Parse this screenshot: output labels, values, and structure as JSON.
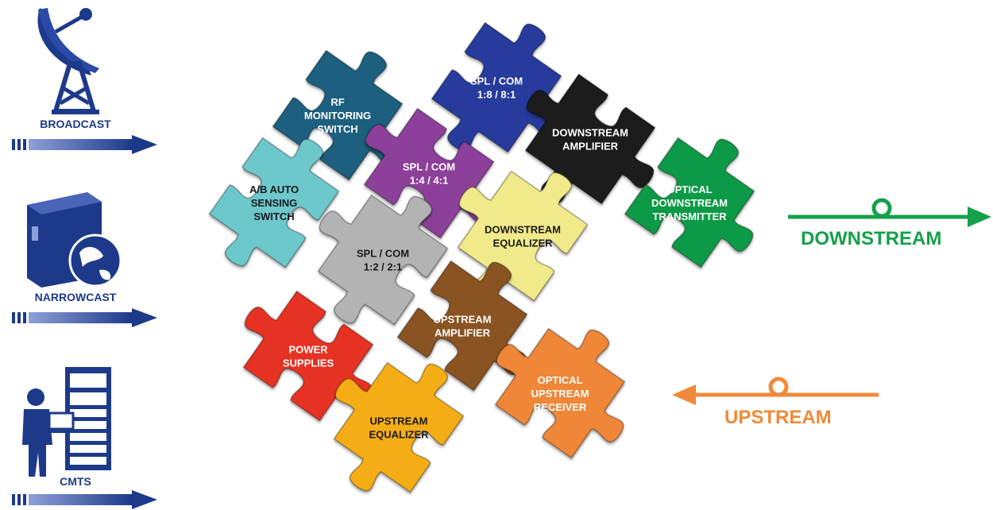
{
  "sources": [
    {
      "label": "BROADCAST",
      "icon": "satellite-dish-icon"
    },
    {
      "label": "NARROWCAST",
      "icon": "server-globe-icon"
    },
    {
      "label": "CMTS",
      "icon": "operator-rack-icon"
    }
  ],
  "pieces": [
    {
      "id": "rf-monitoring",
      "lines": [
        "RF",
        "MONITORING",
        "SWITCH"
      ],
      "color": "#1a5e7e"
    },
    {
      "id": "spl-com-8",
      "lines": [
        "SPL / COM",
        "1:8 / 8:1"
      ],
      "color": "#263b9c"
    },
    {
      "id": "ab-auto",
      "lines": [
        "A/B AUTO",
        "SENSING",
        "SWITCH"
      ],
      "color": "#6dc8cc"
    },
    {
      "id": "spl-com-4",
      "lines": [
        "SPL / COM",
        "1:4 / 4:1"
      ],
      "color": "#8c3f9a"
    },
    {
      "id": "downstream-amplifier",
      "lines": [
        "DOWNSTREAM",
        "AMPLIFIER"
      ],
      "color": "#1a1a1a"
    },
    {
      "id": "optical-downstream-transmitter",
      "lines": [
        "OPTICAL",
        "DOWNSTREAM",
        "TRANSMITTER"
      ],
      "color": "#0e9a46"
    },
    {
      "id": "spl-com-2",
      "lines": [
        "SPL / COM",
        "1:2 / 2:1"
      ],
      "color": "#b3b3b3"
    },
    {
      "id": "downstream-equalizer",
      "lines": [
        "DOWNSTREAM",
        "EQUALIZER"
      ],
      "color": "#f1ea8a"
    },
    {
      "id": "power-supplies",
      "lines": [
        "POWER",
        "SUPPLIES"
      ],
      "color": "#e63323"
    },
    {
      "id": "upstream-amplifier",
      "lines": [
        "UPSTREAM",
        "AMPLIFIER"
      ],
      "color": "#8a5224"
    },
    {
      "id": "optical-upstream-receiver",
      "lines": [
        "OPTICAL",
        "UPSTREAM",
        "RECEIVER"
      ],
      "color": "#ef8638"
    },
    {
      "id": "upstream-equalizer",
      "lines": [
        "UPSTREAM",
        "EQUALIZER"
      ],
      "color": "#f5ad18"
    }
  ],
  "flows": {
    "downstream": {
      "label": "DOWNSTREAM",
      "color": "#15a04a"
    },
    "upstream": {
      "label": "UPSTREAM",
      "color": "#ef8a3a"
    }
  },
  "colors": {
    "source_blue": "#1d3a8a"
  }
}
